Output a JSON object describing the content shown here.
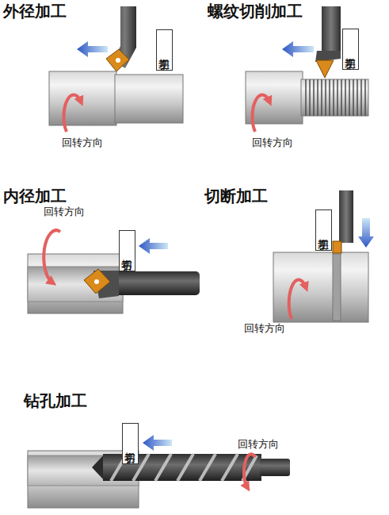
{
  "diagram": {
    "nodes": [
      {
        "text": [
          "左手切"
        ]
      },
      {
        "text": [
          "左手切"
        ]
      },
      {
        "text": [
          "右手切"
        ]
      },
      {
        "text": [
          "左手切"
        ]
      },
      {
        "text": [
          "右手切"
        ]
      }
    ],
    "labels": [
      "外径加工",
      "回转方向",
      "螺纹切削加工",
      "回转方向",
      "内径加工",
      "回转方向",
      "切断加工",
      "回转方向",
      "钻孔加工",
      "回转方向"
    ]
  }
}
